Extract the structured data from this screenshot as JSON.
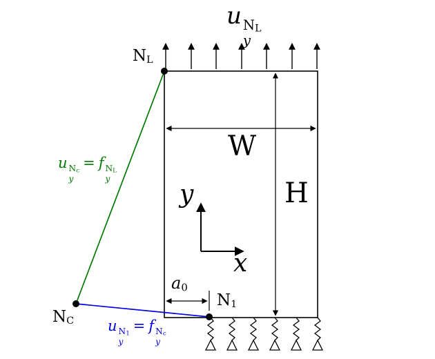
{
  "figure": {
    "top_load": {
      "base": "u",
      "sub": "y",
      "sup": "N",
      "sup_sub": "L"
    },
    "nodes": {
      "NL": {
        "base": "N",
        "sub": "L"
      },
      "NC": {
        "base": "N",
        "sub": "C"
      },
      "N1": {
        "base": "N",
        "sub": "1"
      }
    },
    "dimensions": {
      "width": "W",
      "height": "H",
      "crack": {
        "base": "a",
        "sub": "0"
      }
    },
    "axes": {
      "x": "x",
      "y": "y"
    },
    "equations": {
      "green": {
        "lhs": {
          "base": "u",
          "sub": "y",
          "sup": "N",
          "sup_sub": "c"
        },
        "op": "=",
        "rhs": {
          "base": "f",
          "sub": "y",
          "sup": "N",
          "sup_sub": "L"
        }
      },
      "blue": {
        "lhs": {
          "base": "u",
          "sub": "y",
          "sup": "N",
          "sup_sub": "1"
        },
        "op": "=",
        "rhs": {
          "base": "f",
          "sub": "y",
          "sup": "N",
          "sup_sub": "c"
        }
      }
    },
    "colors": {
      "green": "#007a00",
      "blue": "#0000e6",
      "black": "#000000",
      "background": "#ffffff"
    }
  }
}
